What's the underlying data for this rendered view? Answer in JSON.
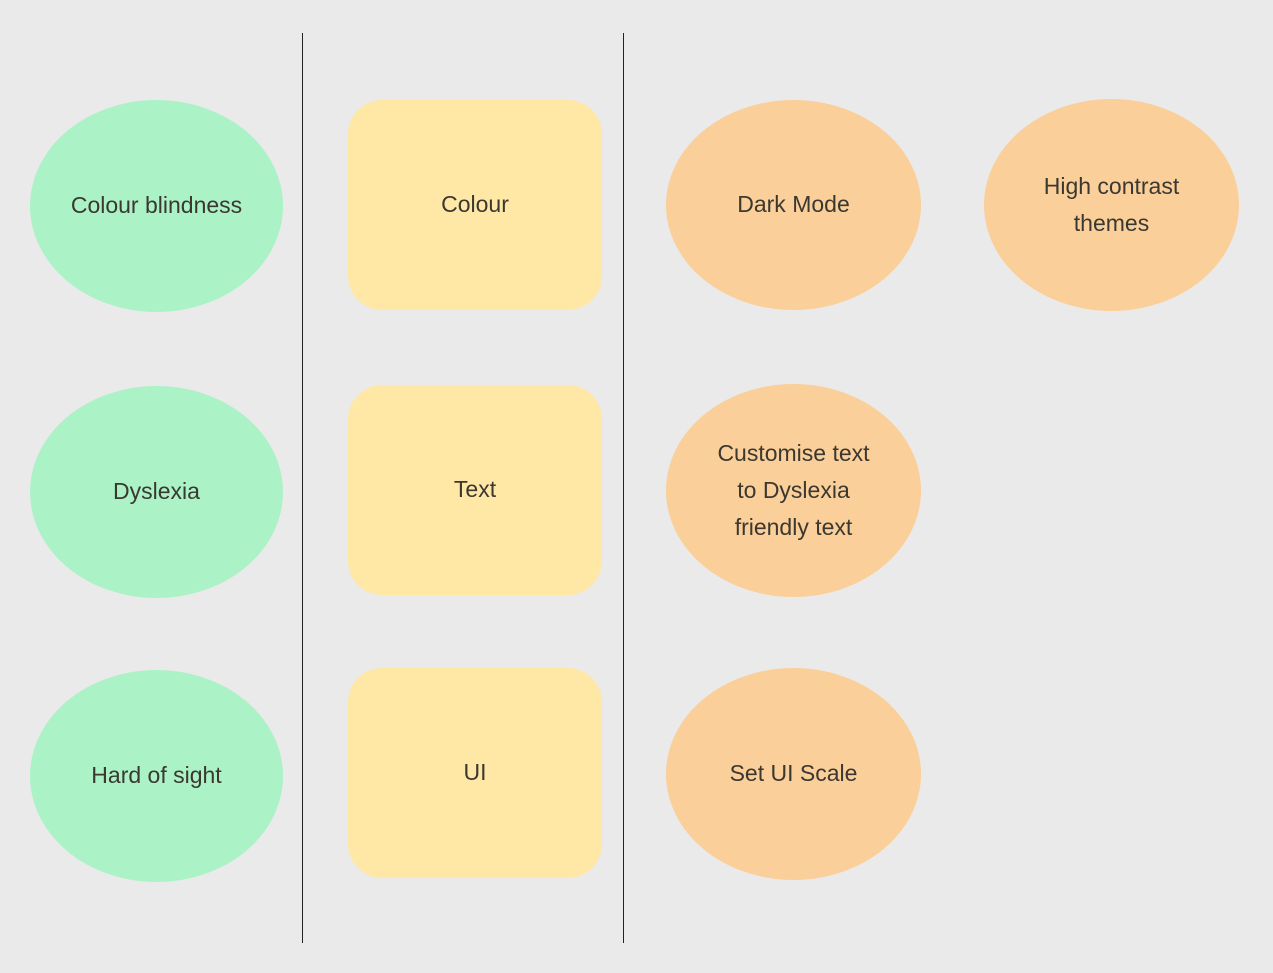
{
  "theme": {
    "bg": "#EAEAEA",
    "green": "#ABF2C6",
    "yellow": "#FFE7A6",
    "orange": "#FACF99",
    "line": "#222222",
    "text": "#3B3831"
  },
  "nodes": {
    "colour_blindness": {
      "label": "Colour blindness",
      "shape": "ellipse",
      "color": "#ABF2C6"
    },
    "dyslexia": {
      "label": "Dyslexia",
      "shape": "ellipse",
      "color": "#ABF2C6"
    },
    "hard_of_sight": {
      "label": "Hard of sight",
      "shape": "ellipse",
      "color": "#ABF2C6"
    },
    "colour": {
      "label": "Colour",
      "shape": "rounded-rect",
      "color": "#FFE7A6"
    },
    "text_node": {
      "label": "Text",
      "shape": "rounded-rect",
      "color": "#FFE7A6"
    },
    "ui": {
      "label": "UI",
      "shape": "rounded-rect",
      "color": "#FFE7A6"
    },
    "dark_mode": {
      "label": "Dark Mode",
      "shape": "ellipse",
      "color": "#FACF99"
    },
    "high_contrast_themes": {
      "label": "High contrast themes",
      "shape": "ellipse",
      "color": "#FACF99"
    },
    "customise_text": {
      "label": "Customise text to Dyslexia friendly text",
      "shape": "ellipse",
      "color": "#FACF99"
    },
    "set_ui_scale": {
      "label": "Set UI Scale",
      "shape": "ellipse",
      "color": "#FACF99"
    }
  }
}
